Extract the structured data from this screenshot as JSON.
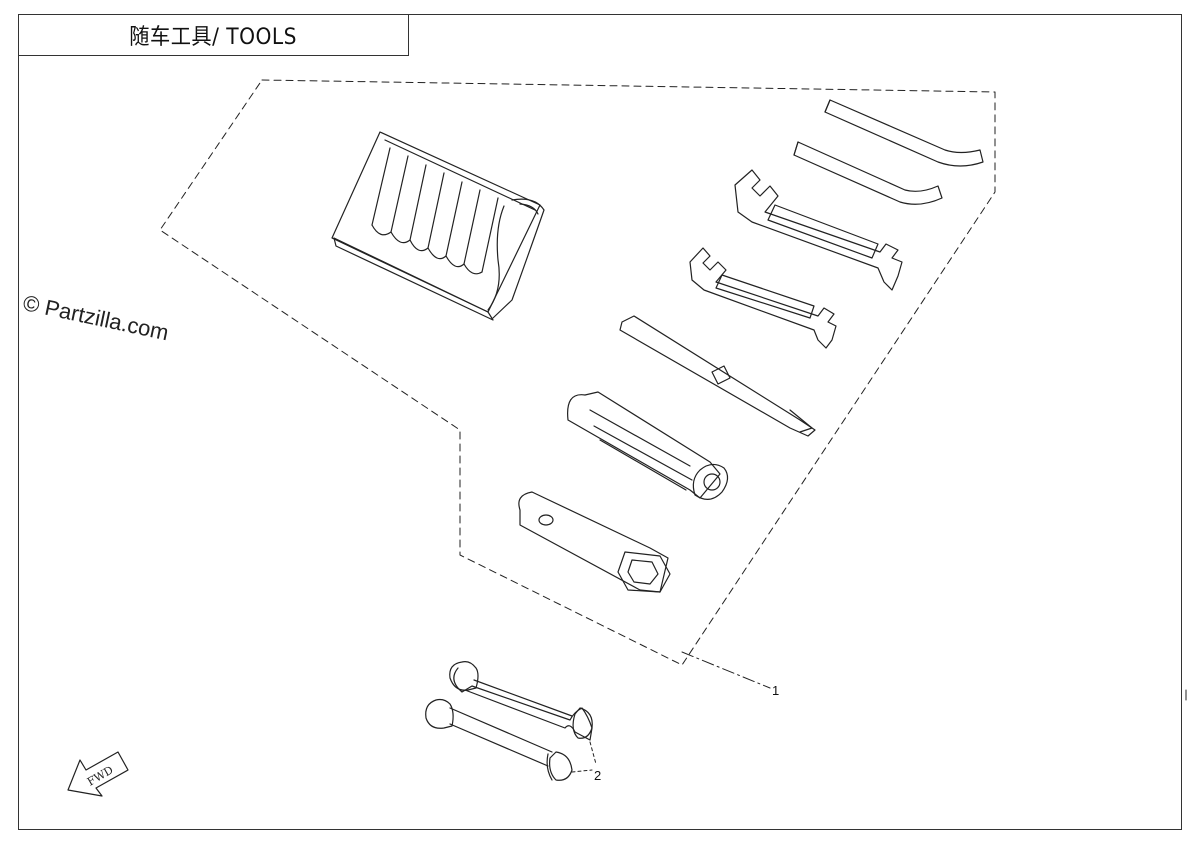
{
  "title": "随车工具/ TOOLS",
  "watermark": "© Partzilla.com",
  "callouts": {
    "item_1": "1",
    "item_2": "2"
  },
  "fwd_label": "FWD",
  "colors": {
    "line": "#222222",
    "background": "#ffffff"
  }
}
